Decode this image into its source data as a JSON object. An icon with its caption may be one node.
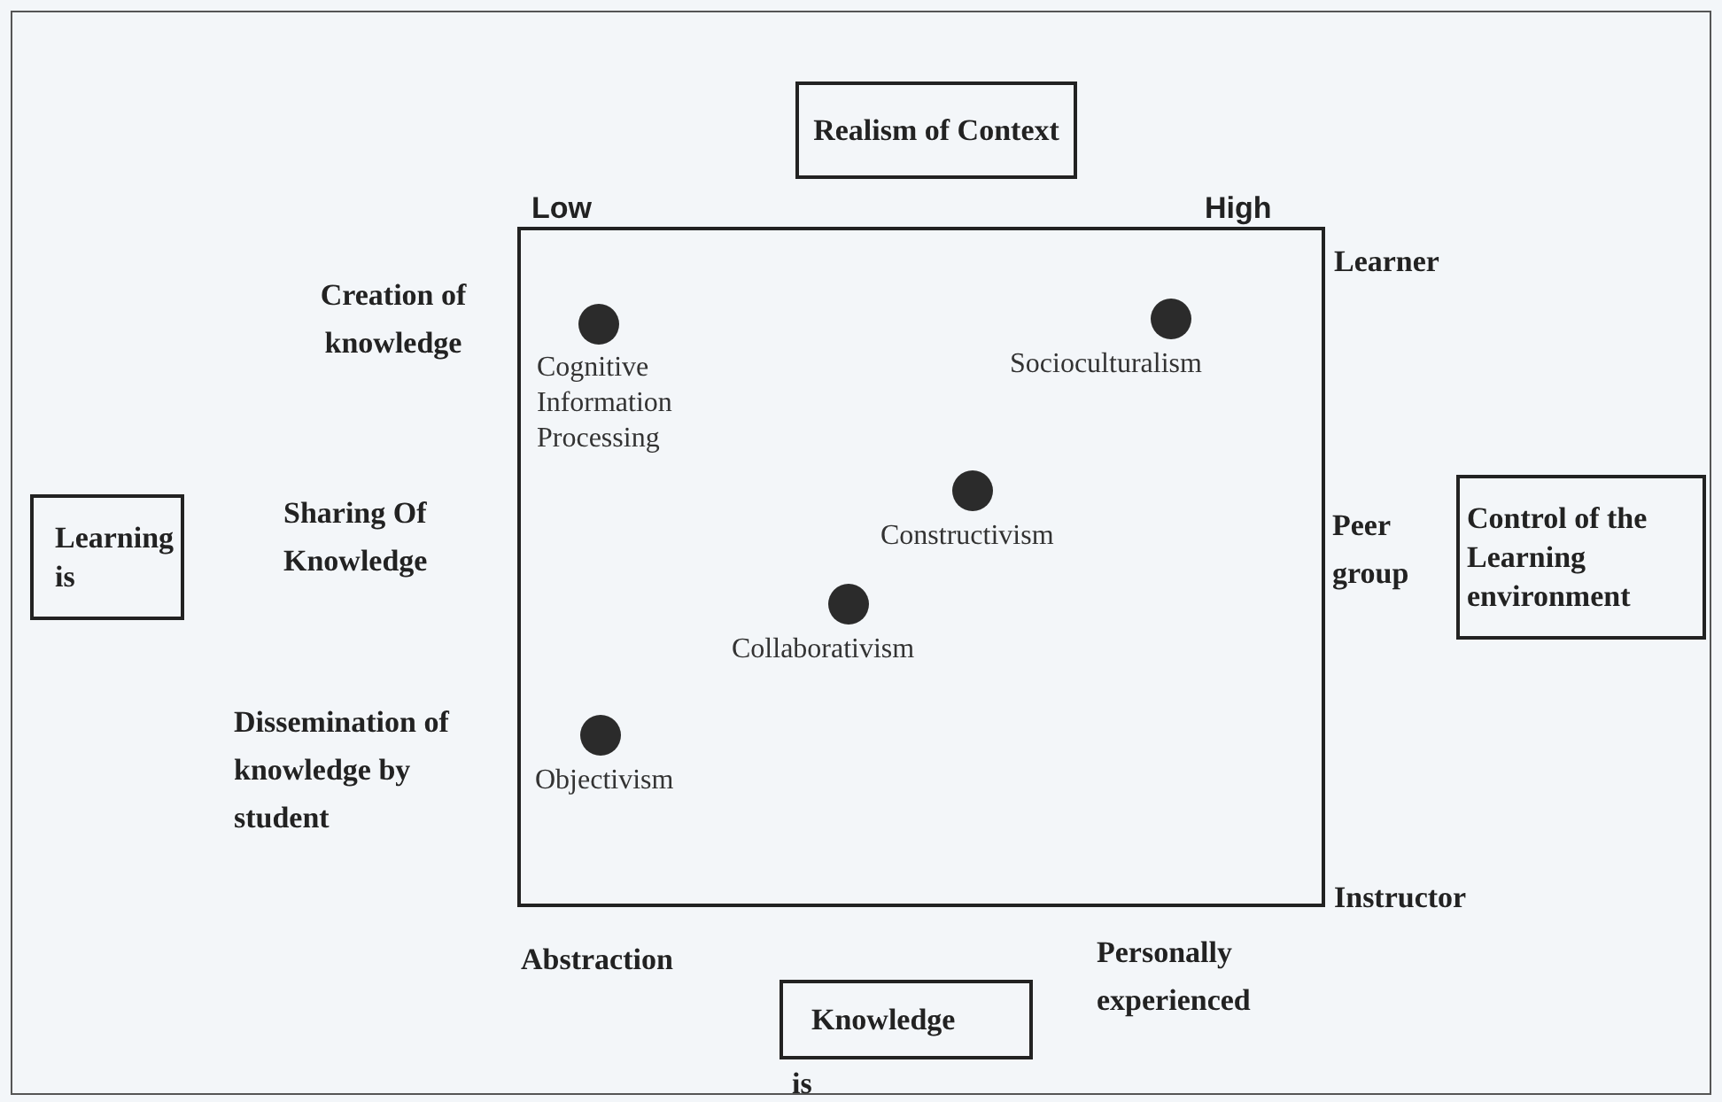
{
  "diagram": {
    "nodes": [
      {
        "text": [
          "Realism of Context"
        ]
      },
      {
        "text": [
          "Learning is"
        ]
      },
      {
        "text": [
          "Control of the Learning environment"
        ]
      },
      {
        "text": [
          "Knowledge",
          "is"
        ]
      },
      {
        "text": [],
        "shape": "box"
      },
      {
        "text": [
          "Cognitive Information Processing"
        ],
        "in": 4
      },
      {
        "text": [
          "Socioculturalism"
        ],
        "in": 4
      },
      {
        "text": [
          "Constructivism"
        ],
        "in": 4
      },
      {
        "text": [
          "Collaborativism"
        ],
        "in": 4
      },
      {
        "text": [
          "Objectivism"
        ],
        "in": 4
      }
    ],
    "labels": [
      "Low",
      "High",
      "Learner",
      "Creation of knowledge",
      "Sharing Of Knowledge",
      "Peer group",
      "Dissemination of knowledge by student",
      "Instructor",
      "Abstraction",
      "Personally experienced"
    ]
  }
}
